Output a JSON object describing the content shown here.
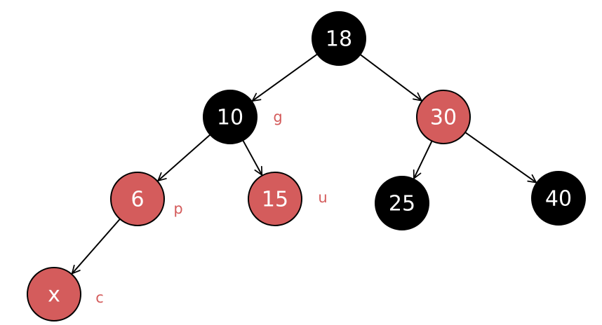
{
  "diagram": {
    "colors": {
      "black_node": "#000000",
      "red_node": "#d45c5c",
      "node_text": "#ffffff",
      "tag_text": "#d45c5c",
      "edge": "#000000"
    },
    "nodes": [
      {
        "id": "n18",
        "label": "18",
        "color": "black"
      },
      {
        "id": "n10",
        "label": "10",
        "color": "black",
        "tag": "g"
      },
      {
        "id": "n30",
        "label": "30",
        "color": "red"
      },
      {
        "id": "n6",
        "label": "6",
        "color": "red",
        "tag": "p"
      },
      {
        "id": "n15",
        "label": "15",
        "color": "red",
        "tag": "u"
      },
      {
        "id": "n25",
        "label": "25",
        "color": "black"
      },
      {
        "id": "n40",
        "label": "40",
        "color": "black"
      },
      {
        "id": "nx",
        "label": "x",
        "color": "red",
        "tag": "c"
      }
    ],
    "edges": [
      {
        "from": "n18",
        "to": "n10"
      },
      {
        "from": "n18",
        "to": "n30"
      },
      {
        "from": "n10",
        "to": "n6"
      },
      {
        "from": "n10",
        "to": "n15"
      },
      {
        "from": "n30",
        "to": "n25"
      },
      {
        "from": "n30",
        "to": "n40"
      },
      {
        "from": "n6",
        "to": "nx"
      }
    ]
  }
}
